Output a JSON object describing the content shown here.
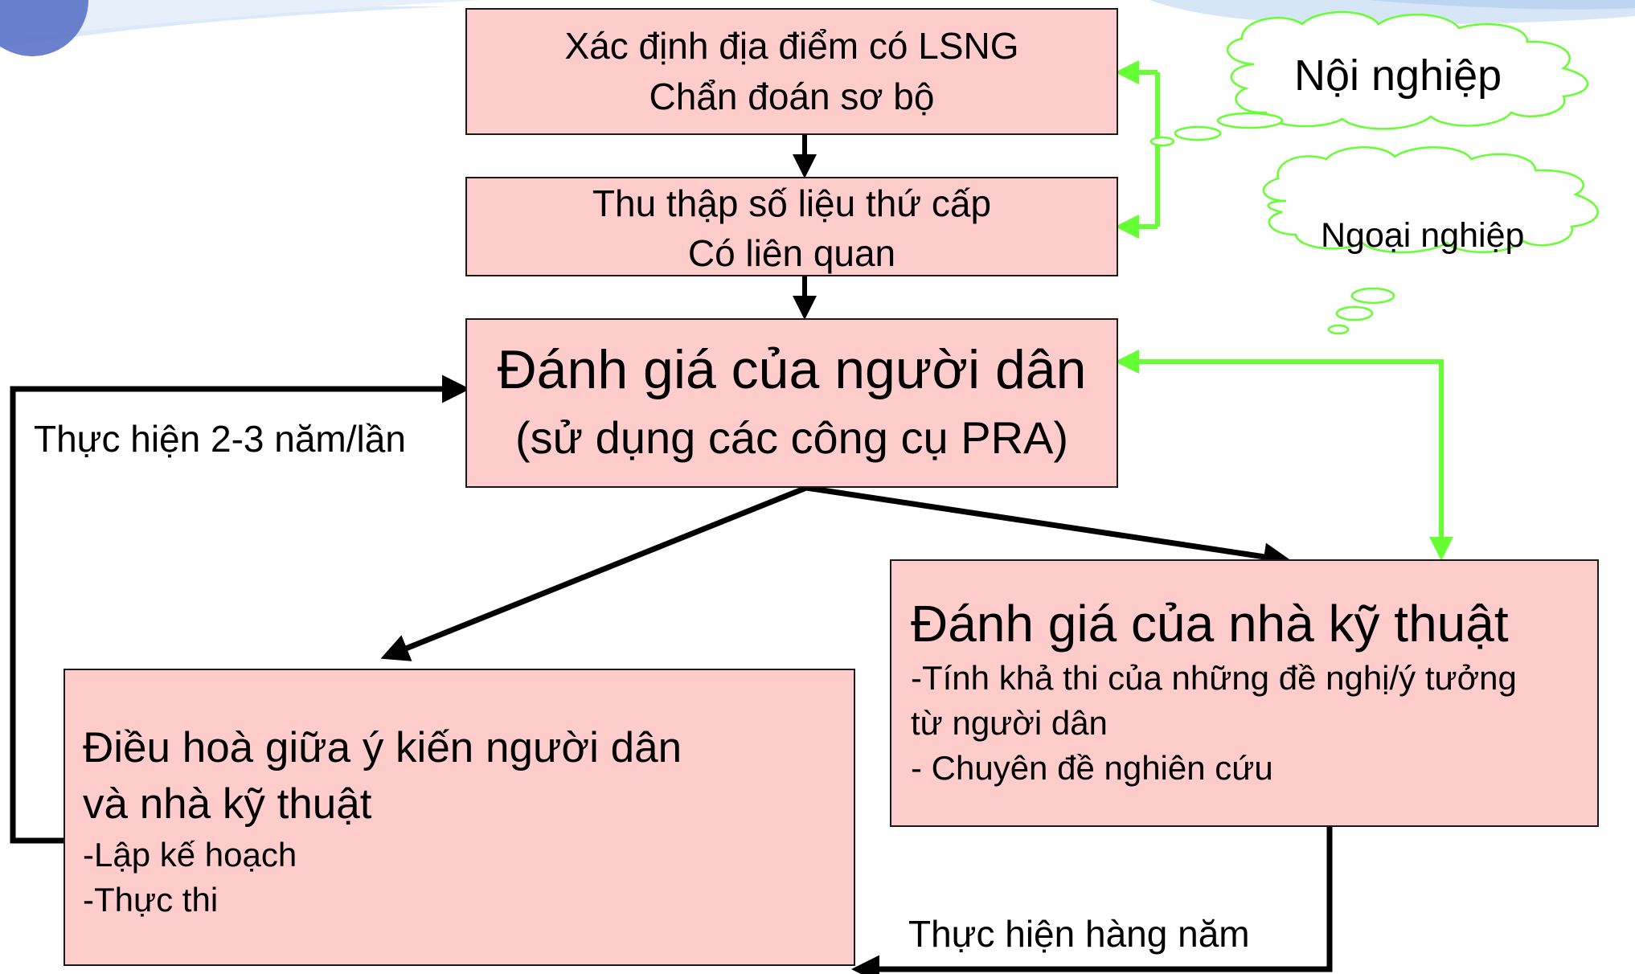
{
  "boxes": {
    "identify": {
      "line1": "Xác định địa điểm có LSNG",
      "line2": "Chẩn đoán sơ bộ"
    },
    "collect": {
      "line1": "Thu thập số liệu thứ cấp",
      "line2": "Có liên quan"
    },
    "people_eval": {
      "line1": "Đánh giá của người dân",
      "line2": "(sử dụng các công cụ PRA)"
    },
    "tech_eval": {
      "title": "Đánh giá của nhà kỹ thuật",
      "item1": "-Tính khả thi của những đề nghị/ý tưởng",
      "item1b": "từ người dân",
      "item2": "- Chuyên đề nghiên cứu"
    },
    "harmonize": {
      "title1": "Điều hoà giữa ý kiến người dân",
      "title2": "và nhà kỹ thuật",
      "item1": "-Lập kế hoạch",
      "item2": "-Thực thi"
    }
  },
  "labels": {
    "every_2_3_years": "Thực hiện 2-3 năm/lần",
    "annually": "Thực hiện hàng năm"
  },
  "clouds": {
    "internal": "Nội nghiệp",
    "external": "Ngoại nghiệp"
  },
  "colors": {
    "box_fill": "#ffcccc",
    "green_arrow": "#66ff33",
    "black_arrow": "#000000",
    "header_band": "#d6e6f7"
  }
}
